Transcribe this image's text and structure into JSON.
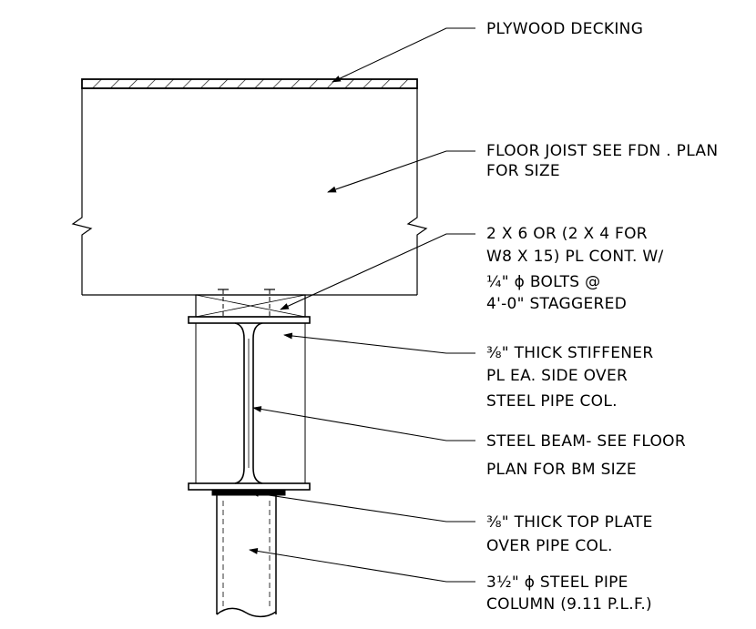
{
  "labels": {
    "plywood_decking": "PLYWOOD DECKING",
    "floor_joist_1": "FLOOR JOIST SEE FDN . PLAN",
    "floor_joist_2": "FOR SIZE",
    "plate_1": "2 X 6 OR (2 X 4 FOR",
    "plate_2": "W8 X 15) PL CONT. W/",
    "plate_3": "¼\" ϕ BOLTS @",
    "plate_4": "4'-0\" STAGGERED",
    "stiffener_1": "⅜\" THICK STIFFENER",
    "stiffener_2": "PL EA. SIDE OVER",
    "stiffener_3": "STEEL PIPE COL.",
    "beam_1": "STEEL BEAM- SEE FLOOR",
    "beam_2": "PLAN FOR BM SIZE",
    "top_plate_1": "⅜\" THICK TOP PLATE",
    "top_plate_2": "OVER PIPE COL.",
    "pipe_1": "3½\" ϕ STEEL PIPE",
    "pipe_2": "COLUMN (9.11 P.L.F.)"
  },
  "colors": {
    "line": "#000000",
    "background": "#ffffff"
  }
}
